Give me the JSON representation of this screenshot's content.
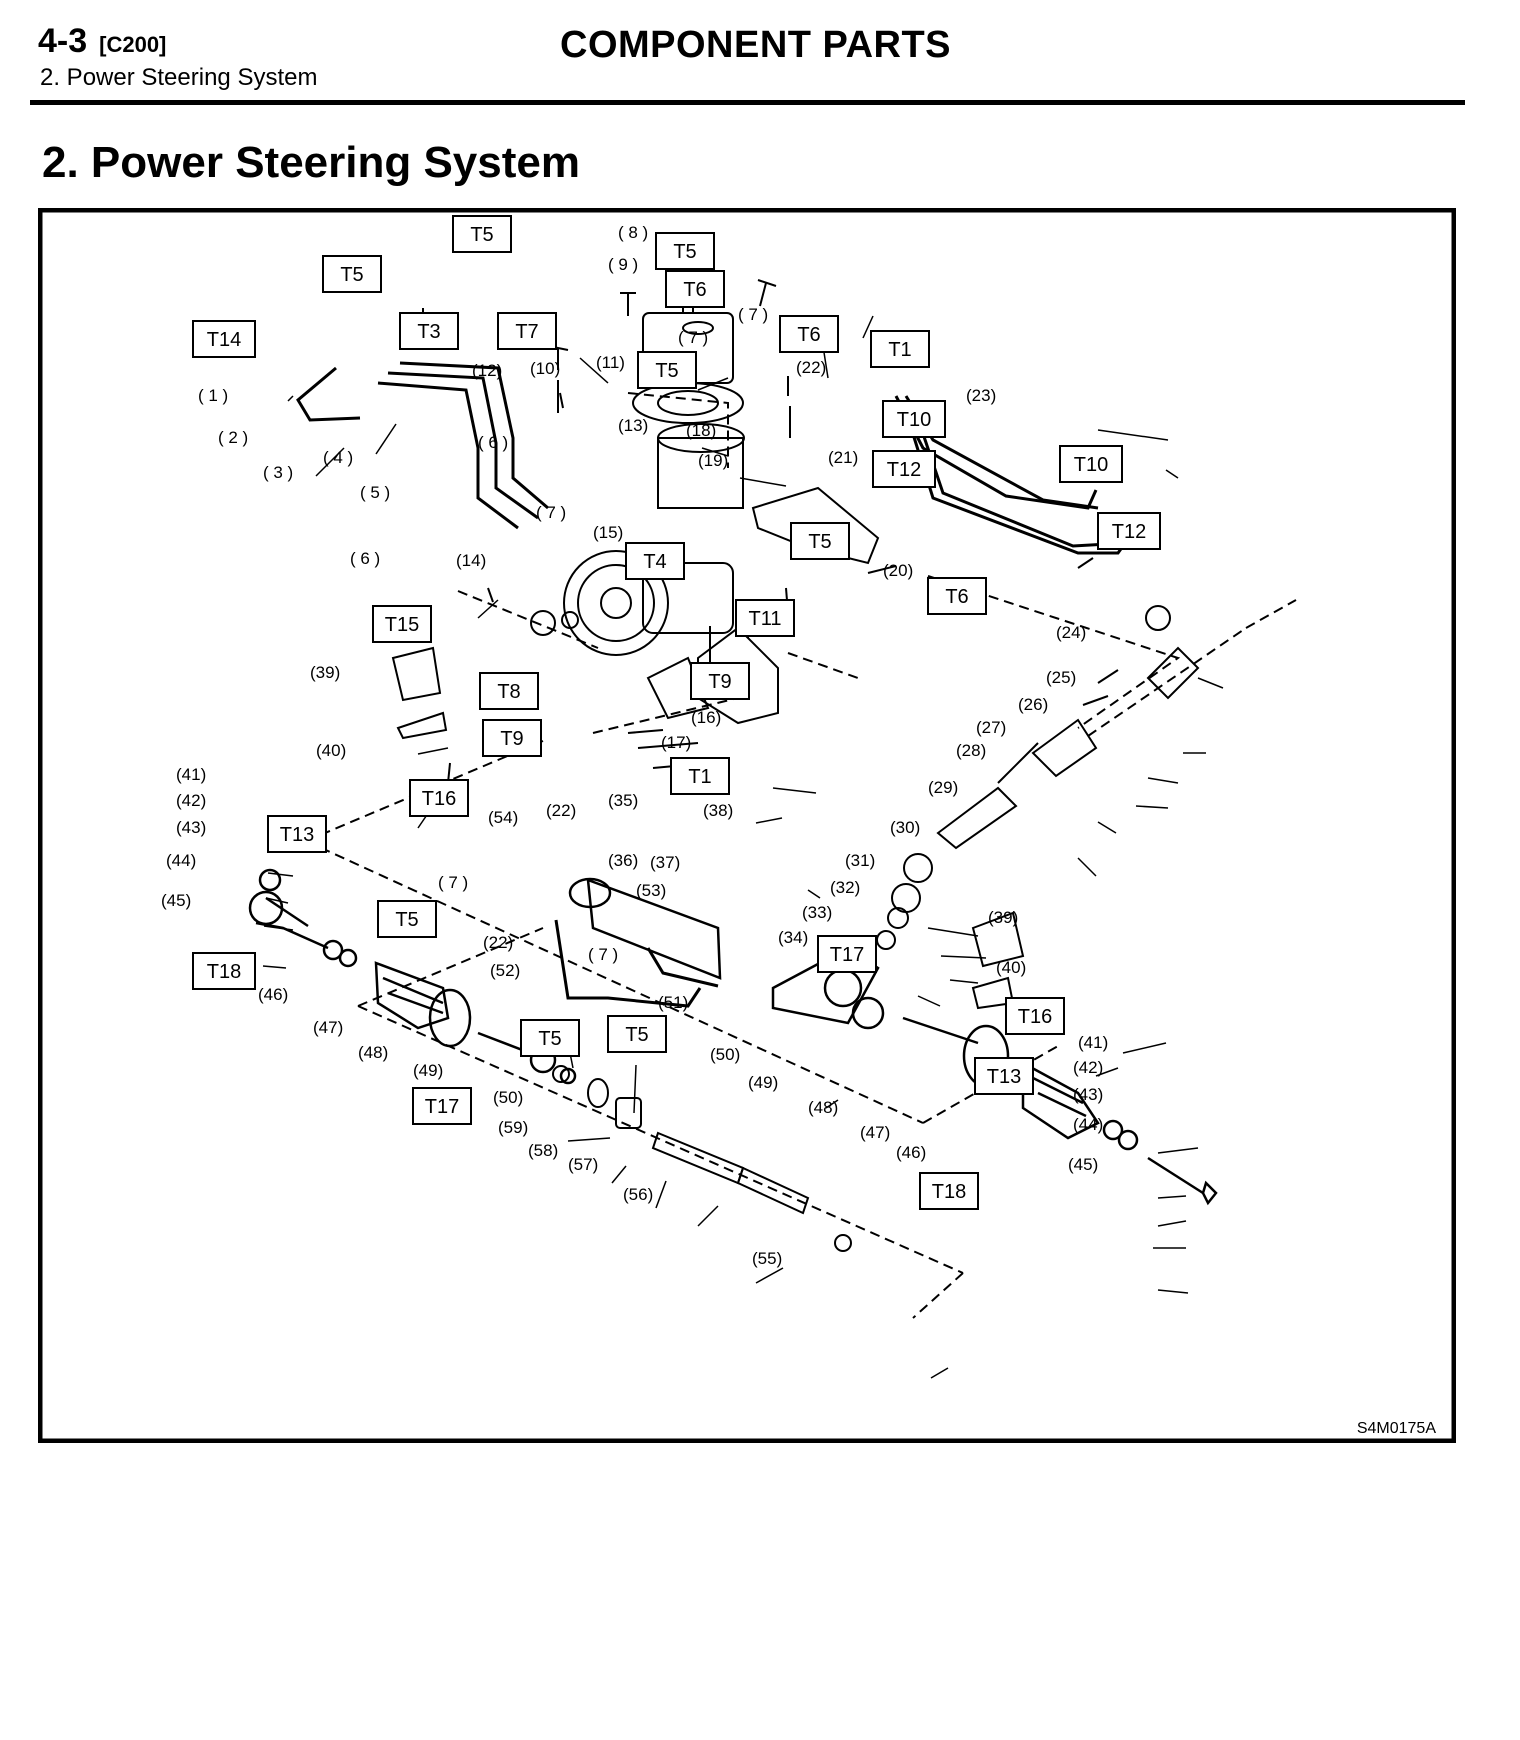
{
  "header": {
    "page_number": "4-3",
    "page_code": "[C200]",
    "breadcrumb": "2. Power Steering System",
    "title": "COMPONENT PARTS"
  },
  "section_title": "2. Power Steering System",
  "figure_id": "S4M0175A",
  "torque_boxes": [
    {
      "label": "T5"
    },
    {
      "label": "T5"
    },
    {
      "label": "T5"
    },
    {
      "label": "T6"
    },
    {
      "label": "T14"
    },
    {
      "label": "T3"
    },
    {
      "label": "T7"
    },
    {
      "label": "T6"
    },
    {
      "label": "T1"
    },
    {
      "label": "T5"
    },
    {
      "label": "T10"
    },
    {
      "label": "T12"
    },
    {
      "label": "T10"
    },
    {
      "label": "T12"
    },
    {
      "label": "T5"
    },
    {
      "label": "T4"
    },
    {
      "label": "T6"
    },
    {
      "label": "T15"
    },
    {
      "label": "T11"
    },
    {
      "label": "T9"
    },
    {
      "label": "T8"
    },
    {
      "label": "T9"
    },
    {
      "label": "T1"
    },
    {
      "label": "T16"
    },
    {
      "label": "T13"
    },
    {
      "label": "T5"
    },
    {
      "label": "T17"
    },
    {
      "label": "T18"
    },
    {
      "label": "T16"
    },
    {
      "label": "T5"
    },
    {
      "label": "T5"
    },
    {
      "label": "T13"
    },
    {
      "label": "T17"
    },
    {
      "label": "T18"
    }
  ],
  "callouts": [
    "( 8 )",
    "( 9 )",
    "( 7 )",
    "( 7 )",
    "(22)",
    "(23)",
    "(12)",
    "(10)",
    "(11)",
    "( 1 )",
    "( 2 )",
    "( 3 )",
    "( 4 )",
    "( 6 )",
    "( 5 )",
    "(13)",
    "(18)",
    "(19)",
    "(21)",
    "(20)",
    "( 7 )",
    "(15)",
    "( 6 )",
    "(14)",
    "(24)",
    "(25)",
    "(26)",
    "(27)",
    "(28)",
    "(29)",
    "(16)",
    "(17)",
    "(39)",
    "(40)",
    "(41)",
    "(42)",
    "(43)",
    "(44)",
    "(45)",
    "(54)",
    "(22)",
    "(35)",
    "(38)",
    "(36)",
    "(37)",
    "(30)",
    "(31)",
    "(32)",
    "(33)",
    "(34)",
    "( 7 )",
    "(53)",
    "(22)",
    "( 7 )",
    "(52)",
    "(51)",
    "(39)",
    "(40)",
    "(46)",
    "(47)",
    "(48)",
    "(49)",
    "(50)",
    "(49)",
    "(50)",
    "(59)",
    "(58)",
    "(57)",
    "(48)",
    "(41)",
    "(42)",
    "(43)",
    "(44)",
    "(47)",
    "(46)",
    "(45)",
    "(56)",
    "(55)"
  ]
}
